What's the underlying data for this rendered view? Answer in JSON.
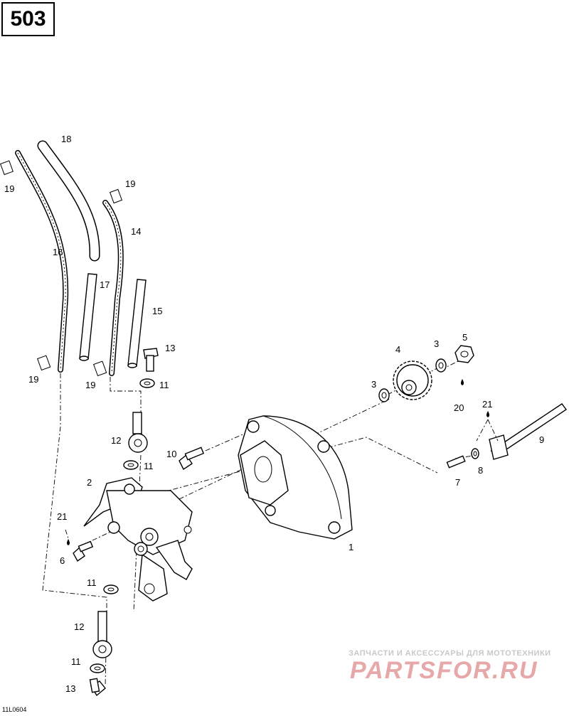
{
  "page_number": "503",
  "figure_code": "11L0604",
  "watermark": {
    "tagline": "ЗАПЧАСТИ И АКСЕССУАРЫ ДЛЯ МОТОТЕХНИКИ",
    "logo": "PARTSFOR.RU"
  },
  "callouts": {
    "c1": "1",
    "c2": "2",
    "c3a": "3",
    "c3b": "3",
    "c4": "4",
    "c5": "5",
    "c6": "6",
    "c7": "7",
    "c8": "8",
    "c9": "9",
    "c10": "10",
    "c11a": "11",
    "c11b": "11",
    "c11c": "11",
    "c11d": "11",
    "c12a": "12",
    "c12b": "12",
    "c13a": "13",
    "c13b": "13",
    "c14": "14",
    "c15": "15",
    "c16": "16",
    "c17": "17",
    "c18": "18",
    "c19a": "19",
    "c19b": "19",
    "c19c": "19",
    "c19d": "19",
    "c20": "20",
    "c21a": "21",
    "c21b": "21"
  }
}
